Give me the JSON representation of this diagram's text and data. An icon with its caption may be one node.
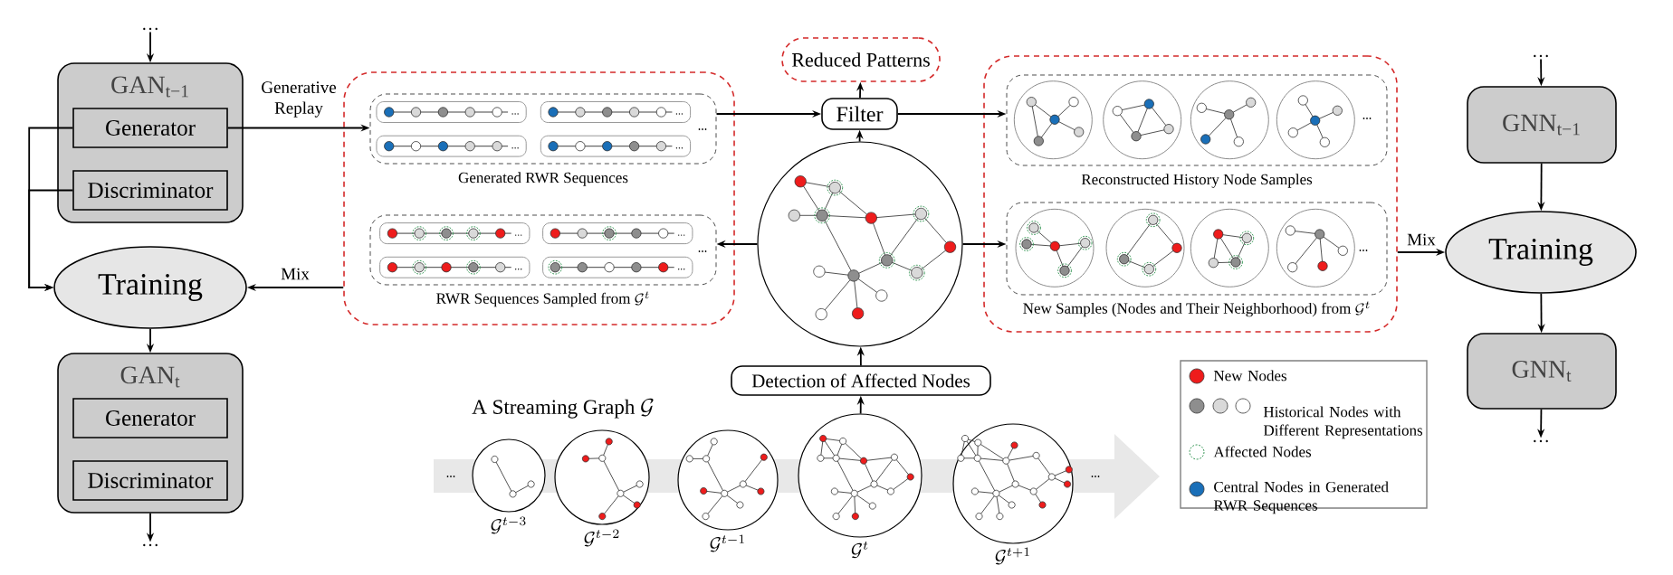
{
  "diagram": {
    "nodes": [
      {
        "text": [
          "…"
        ]
      },
      {
        "text": [
          "GAN$_{t−1}$"
        ]
      },
      {
        "text": [
          "Generator"
        ],
        "in": 1
      },
      {
        "text": [
          "Discriminator"
        ],
        "in": 1
      },
      {
        "text": [
          "Training"
        ]
      },
      {
        "text": [
          "GAN$_{t}$"
        ]
      },
      {
        "text": [
          "Generator"
        ],
        "in": 5
      },
      {
        "text": [
          "Discriminator"
        ],
        "in": 5
      },
      {
        "text": [
          "…"
        ]
      },
      {
        "text": [],
        "shape": "box"
      },
      {
        "text": [],
        "shape": "box",
        "in": 9,
        "beside": [
          "Generated RWR Sequences"
        ]
      },
      {
        "text": [],
        "shape": "box",
        "in": 9,
        "beside": [
          "RWR Sequences Sampled from",
          "\\mathcal{G}^{t}"
        ]
      },
      {
        "text": [
          "Reduced Patterns"
        ]
      },
      {
        "text": [
          "Filter"
        ]
      },
      {
        "text": [],
        "shape": "circle"
      },
      {
        "text": [
          "Detection of Affected Nodes"
        ]
      },
      {
        "text": [],
        "shape": "box"
      },
      {
        "text": [],
        "shape": "box",
        "in": 16,
        "beside": [
          "Reconstructed History Node Samples"
        ]
      },
      {
        "text": [],
        "shape": "box",
        "in": 16,
        "beside": [
          "New Samples (Nodes and Their Neighborhood) from",
          "\\mathcal{G}^{t}"
        ]
      },
      {
        "text": [
          "…"
        ]
      },
      {
        "text": [
          "GNN$_{t−1}$"
        ]
      },
      {
        "text": [
          "Training"
        ]
      },
      {
        "text": [
          "GNN$_{t}$"
        ]
      },
      {
        "text": [
          "…"
        ]
      },
      {
        "text": [],
        "shape": "circle",
        "beside": [
          "\\mathcal{G}^{t-3}"
        ]
      },
      {
        "text": [],
        "shape": "circle",
        "beside": [
          "\\mathcal{G}^{t-2}"
        ]
      },
      {
        "text": [],
        "shape": "circle",
        "beside": [
          "\\mathcal{G}^{t-1}"
        ]
      },
      {
        "text": [],
        "shape": "circle",
        "beside": [
          "\\mathcal{G}^{t}"
        ]
      },
      {
        "text": [],
        "shape": "circle",
        "beside": [
          "\\mathcal{G}^{t+1}"
        ]
      }
    ],
    "edges": [
      {
        "from": 0,
        "to": 1,
        "arrow": "to"
      },
      {
        "from": 2,
        "to": 4,
        "arrow": "to"
      },
      {
        "from": 3,
        "to": 4,
        "arrow": "to"
      },
      {
        "from": 4,
        "to": 5,
        "arrow": "to"
      },
      {
        "from": 5,
        "to": 8,
        "arrow": "to"
      },
      {
        "from": 2,
        "to": 10,
        "arrow": "to",
        "label": "Generative Replay"
      },
      {
        "from": 9,
        "to": 4,
        "arrow": "to",
        "label": "Mix"
      },
      {
        "from": 10,
        "to": 13,
        "arrow": "to"
      },
      {
        "from": 14,
        "to": 13,
        "arrow": "to"
      },
      {
        "from": 13,
        "to": 12,
        "arrow": "to"
      },
      {
        "from": 13,
        "to": 17,
        "arrow": "to"
      },
      {
        "from": 14,
        "to": 11,
        "arrow": "to"
      },
      {
        "from": 14,
        "to": 18,
        "arrow": "to"
      },
      {
        "from": 16,
        "to": 21,
        "arrow": "to",
        "label": "Mix"
      },
      {
        "from": 19,
        "to": 20,
        "arrow": "to"
      },
      {
        "from": 20,
        "to": 21,
        "arrow": "to"
      },
      {
        "from": 21,
        "to": 22,
        "arrow": "to"
      },
      {
        "from": 22,
        "to": 23,
        "arrow": "to"
      },
      {
        "from": 27,
        "to": 15,
        "arrow": "to"
      },
      {
        "from": 15,
        "to": 14,
        "arrow": "to"
      }
    ],
    "labels": [
      "A Streaming Graph",
      "\\mathcal{G}"
    ],
    "legend": [
      {
        "text": "New Nodes",
        "color": "#ee1c1c"
      },
      {
        "text": "Historical Nodes with Different Representations"
      },
      {
        "text": "Affected Nodes"
      },
      {
        "text": "Central Nodes in Generated RWR Sequences",
        "color": "#1a6fb8"
      }
    ]
  }
}
